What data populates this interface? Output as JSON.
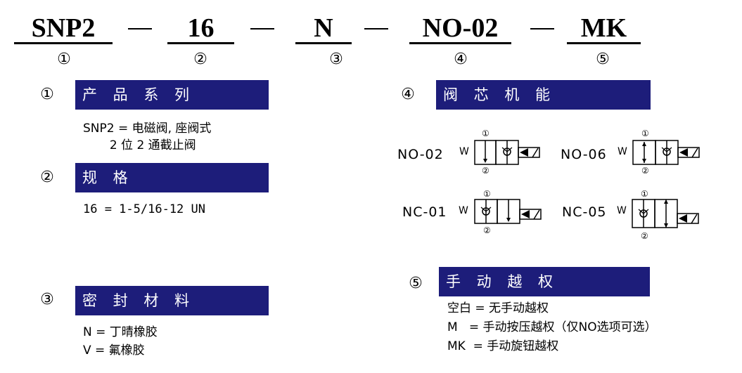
{
  "code_parts": [
    {
      "code": "SNP2",
      "num": "①"
    },
    {
      "code": "16",
      "num": "②"
    },
    {
      "code": "N",
      "num": "③"
    },
    {
      "code": "NO-02",
      "num": "④"
    },
    {
      "code": "MK",
      "num": "⑤"
    }
  ],
  "sections": {
    "s1": {
      "num": "①",
      "title": "产 品 系 列",
      "lines": [
        "SNP2 = 电磁阀, 座阀式",
        "       2 位 2 通截止阀"
      ]
    },
    "s2": {
      "num": "②",
      "title": "规 格",
      "lines": [
        "16 = 1-5/16-12 UN"
      ]
    },
    "s3": {
      "num": "③",
      "title": "密 封 材 料",
      "lines": [
        "N = 丁晴橡胶",
        "V = 氟橡胶"
      ]
    },
    "s4": {
      "num": "④",
      "title": "阀 芯 机 能",
      "valves": [
        {
          "label": "NO-02",
          "port_top": "①",
          "port_bottom": "②",
          "w": "W"
        },
        {
          "label": "NO-06",
          "port_top": "①",
          "port_bottom": "②",
          "w": "W"
        },
        {
          "label": "NC-01",
          "port_top": "①",
          "port_bottom": "②",
          "w": "W"
        },
        {
          "label": "NC-05",
          "port_top": "①",
          "port_bottom": "②",
          "w": "W"
        }
      ]
    },
    "s5": {
      "num": "⑤",
      "title": "手 动 越 权",
      "lines": [
        "空白 = 无手动越权",
        "M   = 手动按压越权（仅NO选项可选）",
        "MK  = 手动旋钮越权"
      ]
    }
  }
}
